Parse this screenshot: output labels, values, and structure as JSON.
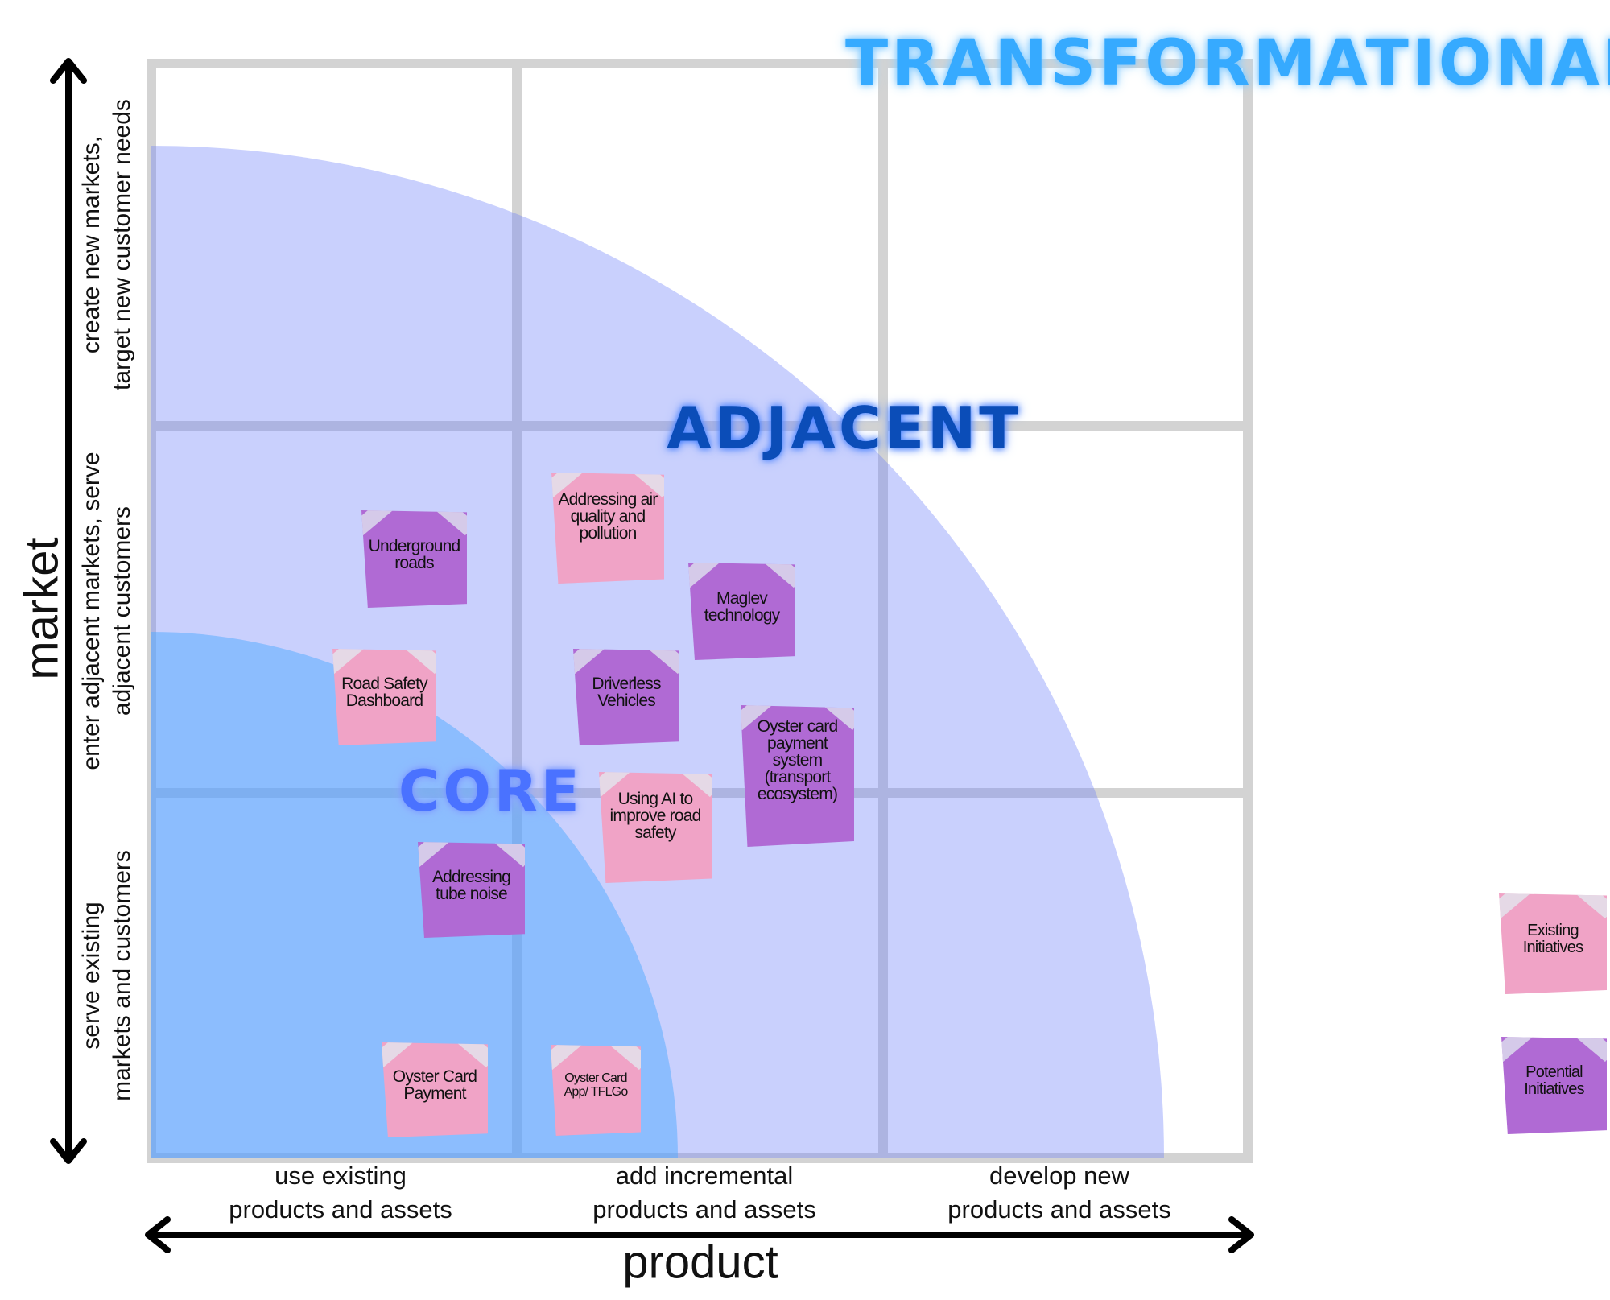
{
  "zones": {
    "transformational": "TRANSFORMATIONAL",
    "adjacent": "ADJACENT",
    "core": "CORE"
  },
  "axes": {
    "y_title": "market",
    "x_title": "product",
    "y_rows": [
      {
        "line1": "create new markets,",
        "line2": "target new customer needs"
      },
      {
        "line1": "enter adjacent markets, serve",
        "line2": "adjacent customers"
      },
      {
        "line1": "serve existing",
        "line2": "markets and customers"
      }
    ],
    "x_cols": [
      {
        "line1": "use existing",
        "line2": "products and assets"
      },
      {
        "line1": "add incremental",
        "line2": "products and assets"
      },
      {
        "line1": "develop new",
        "line2": "products and assets"
      }
    ]
  },
  "notes": [
    {
      "text": "Underground roads",
      "type": "potential"
    },
    {
      "text": "Addressing air quality and pollution",
      "type": "existing"
    },
    {
      "text": "Maglev technology",
      "type": "potential"
    },
    {
      "text": "Road Safety Dashboard",
      "type": "existing"
    },
    {
      "text": "Driverless Vehicles",
      "type": "potential"
    },
    {
      "text": "Oyster card payment system (transport ecosystem)",
      "type": "potential"
    },
    {
      "text": "Using AI to improve road safety",
      "type": "existing"
    },
    {
      "text": "Addressing tube noise",
      "type": "potential"
    },
    {
      "text": "Oyster Card Payment",
      "type": "existing"
    },
    {
      "text": "Oyster Card App/ TFLGo",
      "type": "existing"
    }
  ],
  "legend": {
    "existing": "Existing Initiatives",
    "potential": "Potential Initiatives"
  },
  "colors": {
    "existing": "#f0a3c6",
    "potential": "#b06ad4",
    "core": "#8fc5fd",
    "adjacent": "#c9d0fd",
    "transformational": "#36aaff",
    "grid": "#d3d3d3"
  }
}
